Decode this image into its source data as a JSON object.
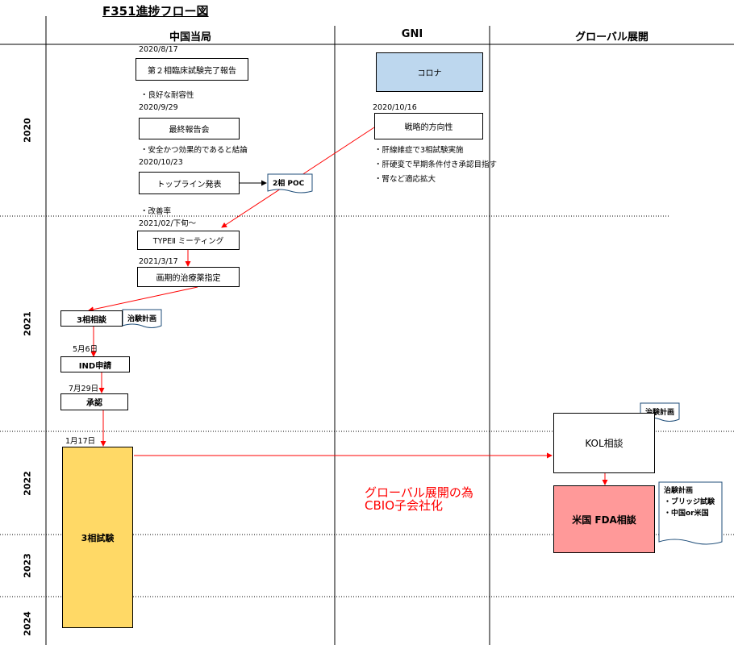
{
  "title": "F351進捗フロー図",
  "columns": [
    "中国当局",
    "GNI",
    "グローバル展開"
  ],
  "years": [
    "2020",
    "2021",
    "2022",
    "2023",
    "2024"
  ],
  "china": {
    "d1": "2020/8/17",
    "b1": "第２相臨床試験完了報告",
    "n1": "・良好な耐容性",
    "d2": "2020/9/29",
    "b2": "最終報告会",
    "n2": "・安全かつ効果的であると結論",
    "d3": "2020/10/23",
    "b3": "トップライン発表",
    "poc": "2相 POC",
    "n3": "・改善率",
    "d4": "2021/02/下旬〜",
    "b4": "TYPEⅡ ミーティング",
    "d5": "2021/3/17",
    "b5": "画期的治療薬指定",
    "b6": "3相相談",
    "doc1": "治験計画",
    "d7": "5月6日",
    "b7": "IND申請",
    "d8": "7月29日",
    "b8": "承認",
    "d9": "1月17日",
    "b9": "3相試験"
  },
  "gni": {
    "corona": "コロナ",
    "d1": "2020/10/16",
    "b1": "戦略的方向性",
    "notes": [
      "・肝線維症で3相試験実施",
      "・肝硬変で早期条件付き承認目指す",
      "・腎など適応拡大"
    ]
  },
  "global": {
    "doc1": "治験計画",
    "kol": "KOL相談",
    "fda": "米国 FDA相談",
    "doc2_title": "治験計画",
    "doc2_items": [
      "・ブリッジ試験",
      "・中国or米国"
    ]
  },
  "red_note": [
    "グローバル展開の為",
    "CBIO子会社化"
  ],
  "colors": {
    "corona_fill": "#bdd7ee",
    "trial_fill": "#ffd966",
    "fda_fill": "#ff9999",
    "arrow": "#ff0000"
  }
}
